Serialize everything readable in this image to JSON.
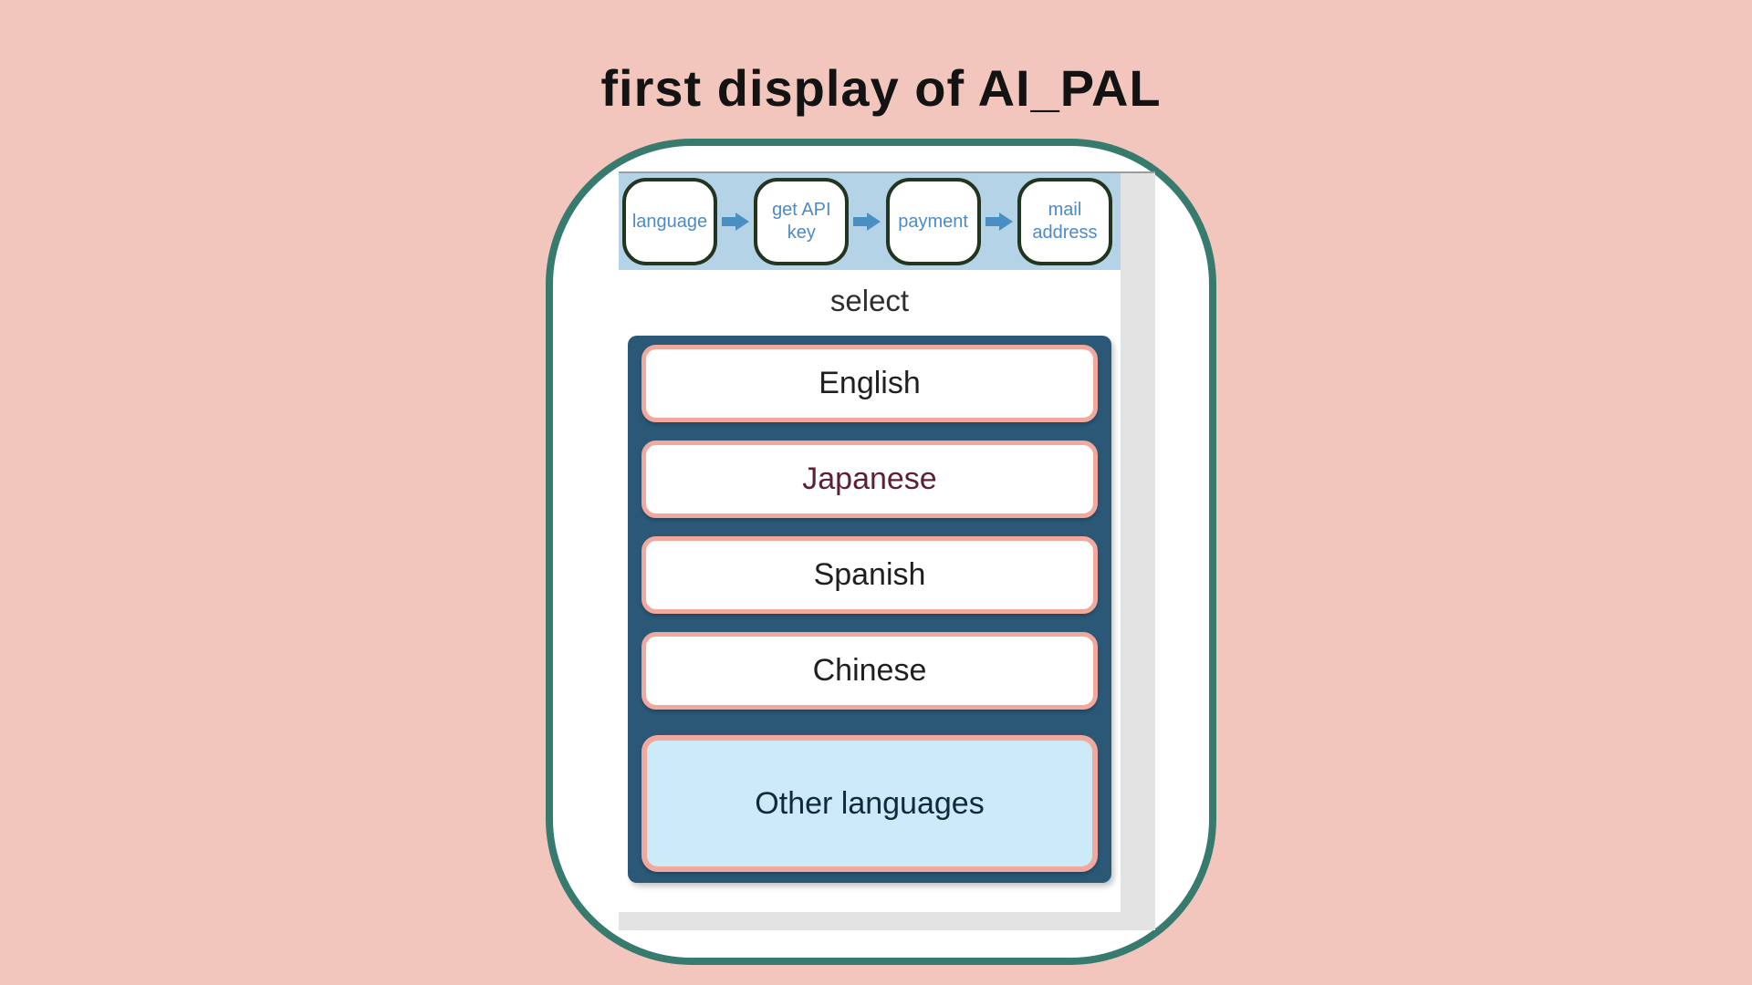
{
  "title": "first display of AI_PAL",
  "colors": {
    "page_background": "#f3c6bd",
    "frame_border": "#377b6f",
    "steps_bar_background": "#b5d3e7",
    "step_text": "#4d8ac9",
    "flow_arrow": "#4a8fc3",
    "step_box_border": "#22351f",
    "panel_background": "#2b5877",
    "button_border": "#f3a89e",
    "japanese_text": "#5e2133",
    "other_languages_background": "#cdeaf8",
    "scrollbar_track": "#e3e3e3"
  },
  "steps": {
    "items": [
      {
        "label": "language"
      },
      {
        "label": "get API\nkey"
      },
      {
        "label": "payment"
      },
      {
        "label": "mail\naddress"
      }
    ]
  },
  "main": {
    "select_label": "select",
    "language_buttons": [
      {
        "label": "English"
      },
      {
        "label": "Japanese"
      },
      {
        "label": "Spanish"
      },
      {
        "label": "Chinese"
      },
      {
        "label": "Other languages"
      }
    ]
  }
}
